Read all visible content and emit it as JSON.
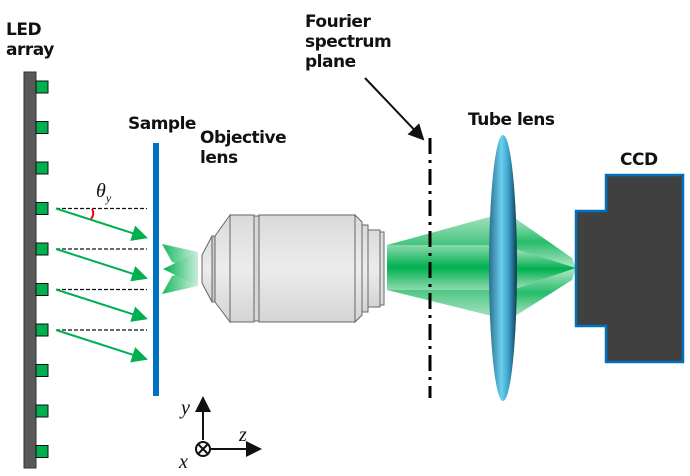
{
  "labels": {
    "led_array": [
      "LED",
      "array"
    ],
    "sample": "Sample",
    "objective": [
      "Objective",
      "lens"
    ],
    "fourier": [
      "Fourier",
      "spectrum",
      "plane"
    ],
    "tube_lens": "Tube lens",
    "ccd": "CCD",
    "theta": "θ",
    "theta_sub": "y",
    "axis_y": "y",
    "axis_z": "z",
    "axis_x": "x"
  },
  "colors": {
    "led_green": "#00b050",
    "led_bar": "#595959",
    "sample_blue": "#0070c0",
    "ccd_body": "#404040",
    "ccd_border": "#0070c0",
    "beam_green": "#00b050",
    "angle_red": "#ff0000",
    "lens_blue": "#4fb6d8"
  },
  "led_count": 10,
  "illuminated_led_count": 4
}
